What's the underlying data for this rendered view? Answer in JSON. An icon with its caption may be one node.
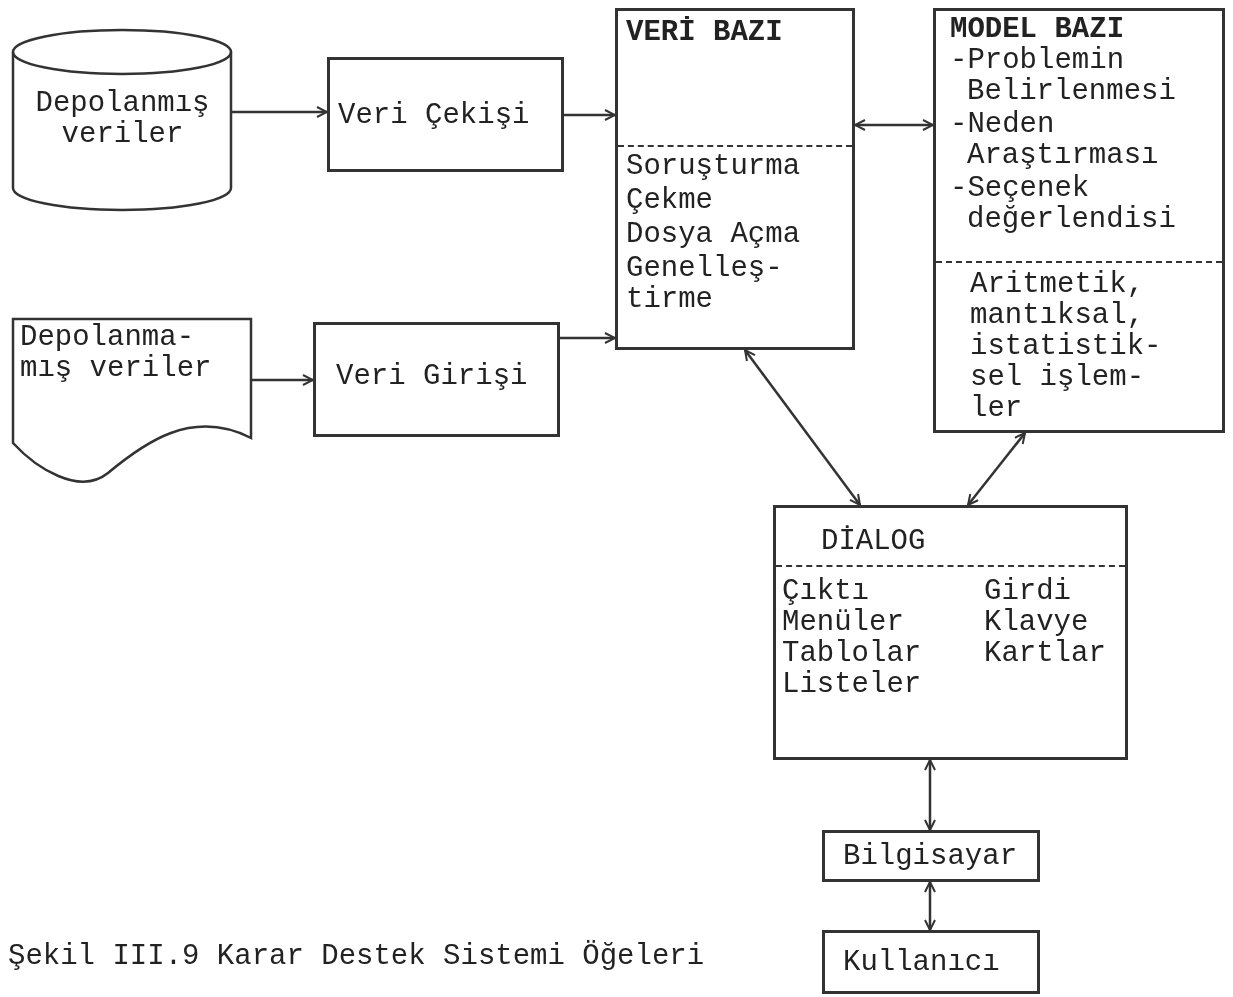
{
  "diagram": {
    "caption": "Şekil III.9 Karar Destek Sistemi Öğeleri",
    "nodes": [
      {
        "text": [
          "Depolanmış veriler"
        ]
      },
      {
        "text": [
          "Veri Çekişi"
        ]
      },
      {
        "text": [
          "VERİ BAZI",
          "Soruşturma",
          "Çekme",
          "Dosya Açma",
          "Genelleş- tirme"
        ]
      },
      {
        "text": [
          "MODEL BAZI",
          "-Problemin Belirlenmesi",
          "-Neden Araştırması",
          "-Seçenek değerlendisi",
          "Aritmetik, mantıksal, istatistik- sel işlem- ler"
        ]
      },
      {
        "text": [
          "Depolanma- mış veriler"
        ]
      },
      {
        "text": [
          "Veri Girişi"
        ]
      },
      {
        "text": [
          "DİALOG",
          "Çıktı Menüler Tablolar Listeler",
          "Girdi Klavye Kartlar"
        ]
      },
      {
        "text": [
          "Bilgisayar"
        ]
      },
      {
        "text": [
          "Kullanıcı"
        ]
      }
    ],
    "edges": [
      {
        "from": 0,
        "to": 1,
        "arrow": "to"
      },
      {
        "from": 1,
        "to": 2,
        "arrow": "to"
      },
      {
        "from": 4,
        "to": 5,
        "arrow": "to"
      },
      {
        "from": 5,
        "to": 2,
        "arrow": "to"
      },
      {
        "from": 2,
        "to": 3,
        "arrow": "both"
      },
      {
        "from": 2,
        "to": 6,
        "arrow": "both"
      },
      {
        "from": 3,
        "to": 6,
        "arrow": "both"
      },
      {
        "from": 6,
        "to": 7,
        "arrow": "both"
      },
      {
        "from": 7,
        "to": 8,
        "arrow": "both"
      }
    ]
  }
}
